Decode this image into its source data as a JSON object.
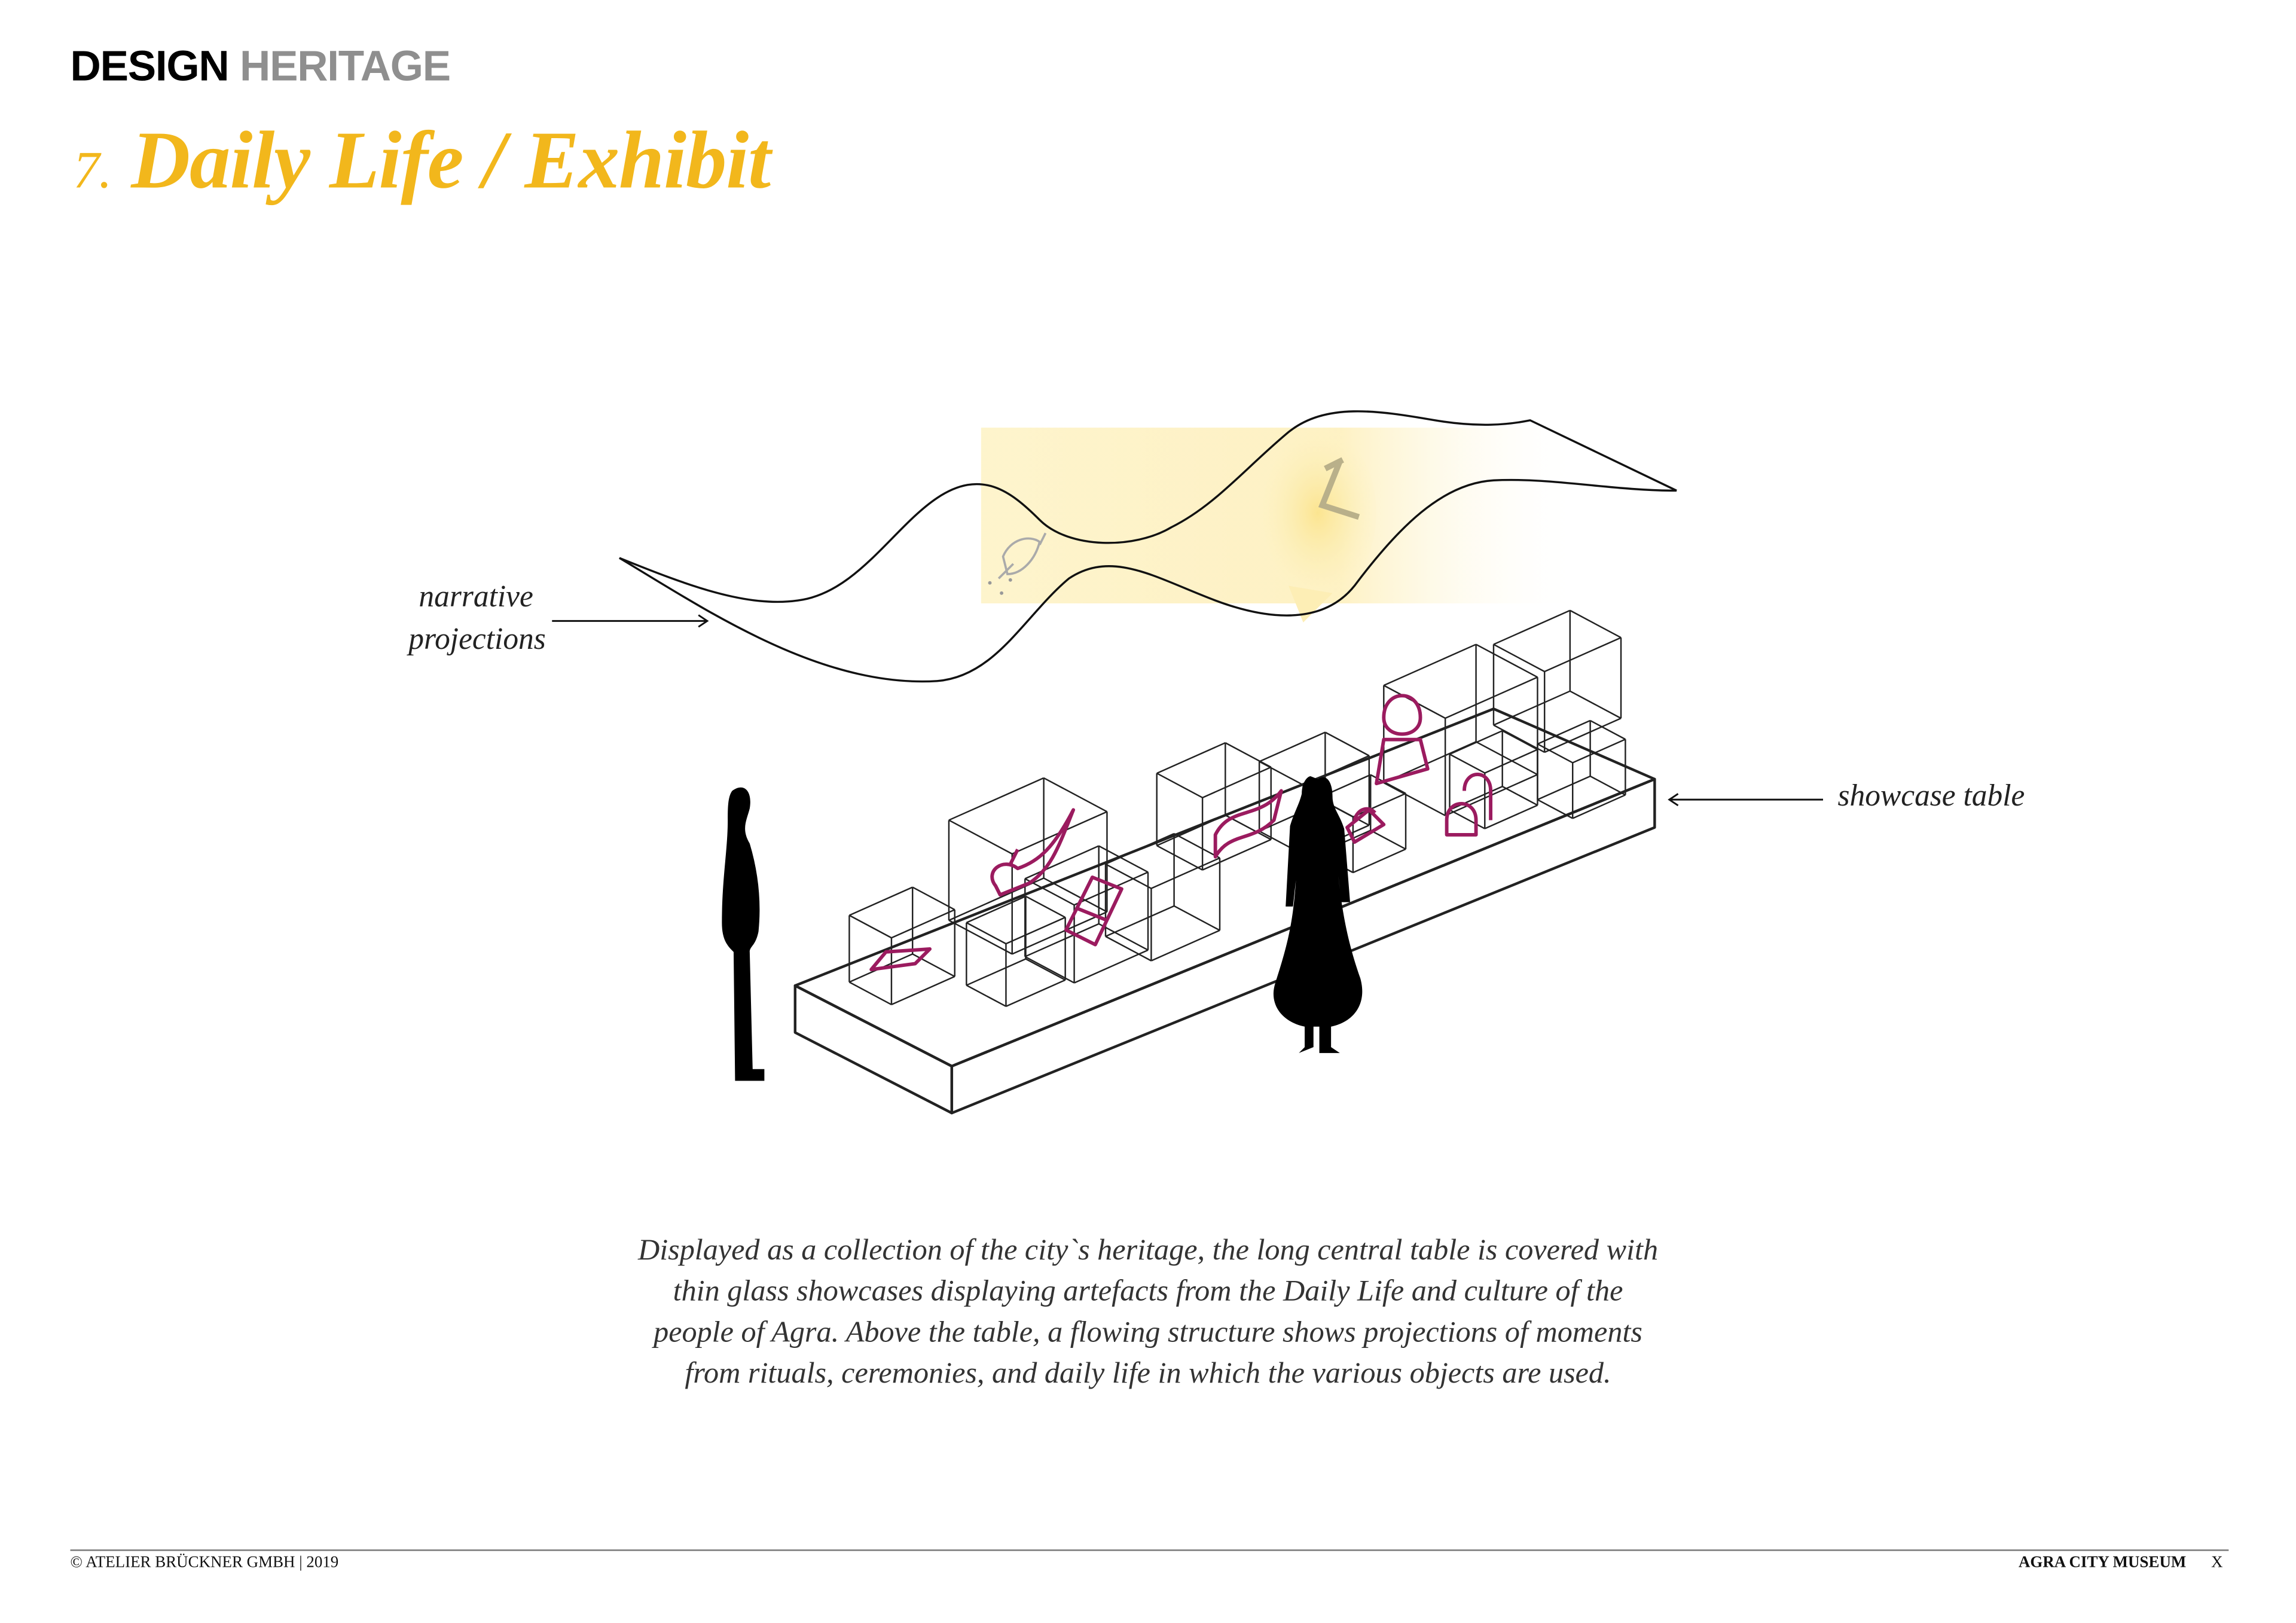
{
  "header": {
    "kicker_bold": "DESIGN",
    "kicker_light": "HERITAGE",
    "title_number": "7.",
    "title": "Daily Life / Exhibit"
  },
  "labels": {
    "narrative_1": "narrative",
    "narrative_2": "projections",
    "showcase": "showcase table"
  },
  "caption": [
    "Displayed as a collection of the city`s heritage, the long central table is covered with",
    "thin glass showcases displaying artefacts from the Daily Life and culture of the",
    "people of Agra. Above the table, a flowing structure shows projections of moments",
    "from rituals, ceremonies, and daily life in which the various objects are used."
  ],
  "footer": {
    "copyright": "© ATELIER BRÜCKNER GMBH | 2019",
    "project": "AGRA CITY MUSEUM",
    "page": "X"
  },
  "colors": {
    "accent": "#f2b71c",
    "artefact": "#9b1b5f",
    "glow": "#fbe9a0"
  }
}
